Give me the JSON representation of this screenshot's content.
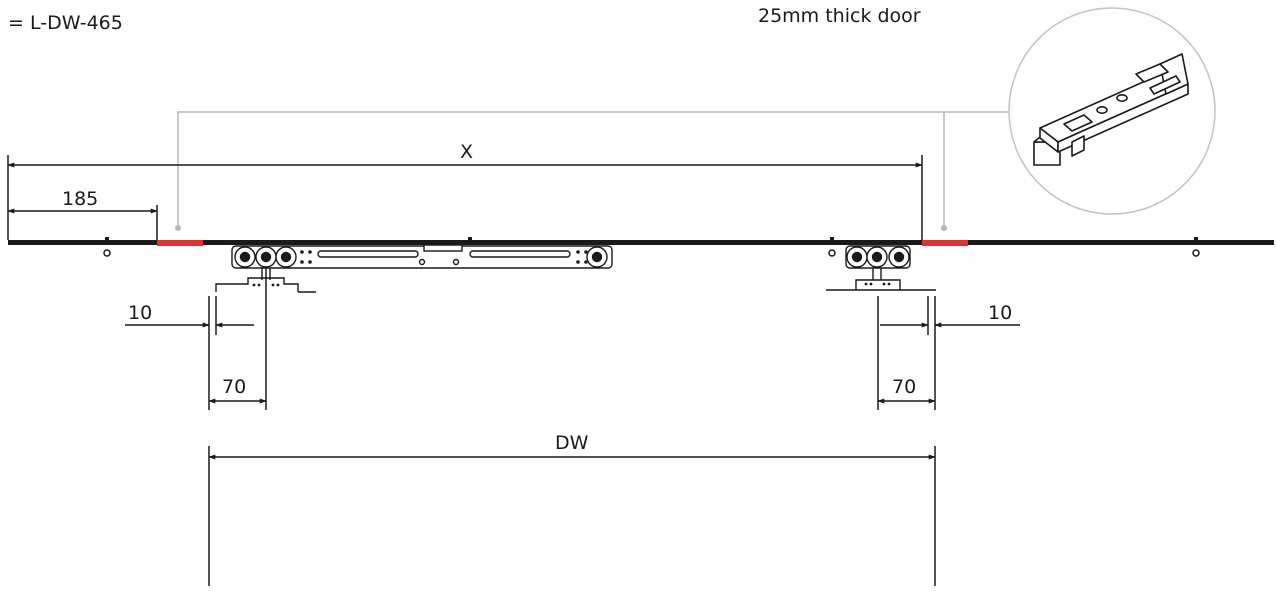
{
  "header": {
    "formula": "= L-DW-465",
    "note": "25mm thick door"
  },
  "dimensions": {
    "x": "X",
    "offset_185": "185",
    "gap_left": "10",
    "gap_right": "10",
    "roller_left": "70",
    "roller_right": "70",
    "dw": "DW"
  },
  "colors": {
    "line": "#1a1a1a",
    "leader": "#b8b8b8",
    "stopper": "#e03030",
    "circle_border": "#c4c4c4"
  },
  "icons": {
    "detail": "stopper-detail-icon"
  }
}
